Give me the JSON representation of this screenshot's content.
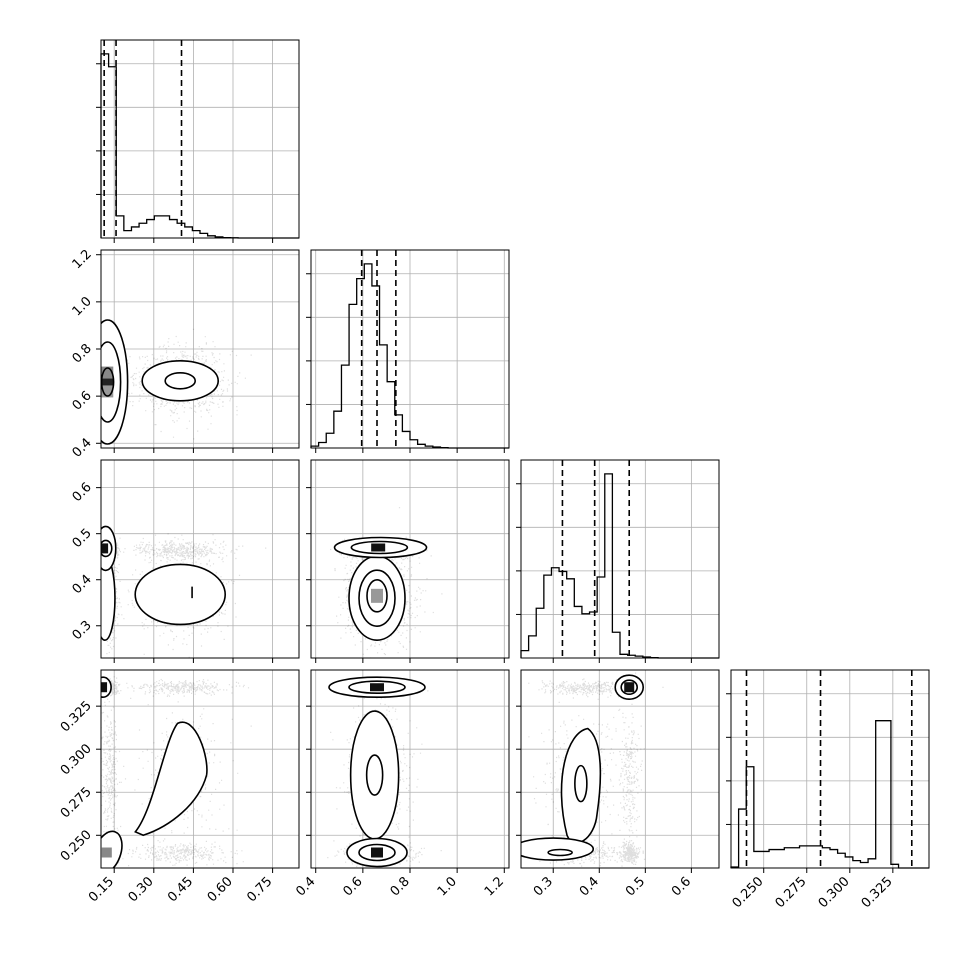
{
  "chart_data": {
    "type": "corner",
    "parameters": [
      {
        "name": "",
        "range": [
          0.1,
          0.85
        ],
        "ticks": [
          0.15,
          0.3,
          0.45,
          0.6,
          0.75
        ],
        "tick_labels": [
          "0.15",
          "0.30",
          "0.45",
          "0.60",
          "0.75"
        ]
      },
      {
        "name": "",
        "range": [
          0.38,
          1.22
        ],
        "ticks": [
          0.4,
          0.6,
          0.8,
          1.0,
          1.2
        ],
        "tick_labels": [
          "0.4",
          "0.6",
          "0.8",
          "1.0",
          "1.2"
        ]
      },
      {
        "name": "",
        "range": [
          0.23,
          0.66
        ],
        "ticks": [
          0.3,
          0.4,
          0.5,
          0.6
        ],
        "tick_labels": [
          "0.3",
          "0.4",
          "0.5",
          "0.6"
        ]
      },
      {
        "name": "",
        "range": [
          0.231,
          0.346
        ],
        "ticks": [
          0.25,
          0.275,
          0.3,
          0.325
        ],
        "tick_labels": [
          "0.250",
          "0.275",
          "0.300",
          "0.325"
        ]
      }
    ],
    "quantiles": [
      [
        0.112,
        0.157,
        0.405
      ],
      [
        0.595,
        0.66,
        0.74
      ],
      [
        0.32,
        0.39,
        0.465
      ],
      [
        0.24,
        0.283,
        0.336
      ]
    ],
    "histograms": [
      {
        "edges_range": [
          0.1,
          0.85
        ],
        "counts": [
          1.0,
          0.93,
          0.12,
          0.04,
          0.06,
          0.08,
          0.1,
          0.12,
          0.12,
          0.1,
          0.08,
          0.06,
          0.04,
          0.025,
          0.012,
          0.006,
          0.002,
          0.001,
          0,
          0,
          0,
          0,
          0,
          0,
          0,
          0
        ]
      },
      {
        "edges_range": [
          0.38,
          1.22
        ],
        "counts": [
          0.01,
          0.03,
          0.08,
          0.2,
          0.45,
          0.78,
          0.92,
          1.0,
          0.88,
          0.56,
          0.36,
          0.18,
          0.09,
          0.045,
          0.02,
          0.01,
          0.005,
          0.002,
          0,
          0,
          0,
          0,
          0,
          0,
          0,
          0
        ]
      },
      {
        "edges_range": [
          0.23,
          0.66
        ],
        "counts": [
          0.04,
          0.12,
          0.27,
          0.45,
          0.49,
          0.47,
          0.43,
          0.28,
          0.24,
          0.25,
          0.44,
          1.0,
          0.14,
          0.02,
          0.015,
          0.01,
          0.005,
          0.002,
          0,
          0,
          0,
          0,
          0,
          0,
          0,
          0
        ]
      },
      {
        "edges_range": [
          0.231,
          0.346
        ],
        "counts": [
          0.005,
          0.32,
          0.55,
          0.09,
          0.09,
          0.1,
          0.1,
          0.11,
          0.11,
          0.12,
          0.12,
          0.12,
          0.11,
          0.1,
          0.08,
          0.06,
          0.04,
          0.03,
          0.05,
          0.8,
          0.8,
          0.02,
          0,
          0,
          0,
          0
        ]
      }
    ],
    "panels_2d": [
      {
        "x": 0,
        "y": 1
      },
      {
        "x": 0,
        "y": 2
      },
      {
        "x": 1,
        "y": 2
      },
      {
        "x": 0,
        "y": 3
      },
      {
        "x": 1,
        "y": 3
      },
      {
        "x": 2,
        "y": 3
      }
    ],
    "grid": true
  }
}
